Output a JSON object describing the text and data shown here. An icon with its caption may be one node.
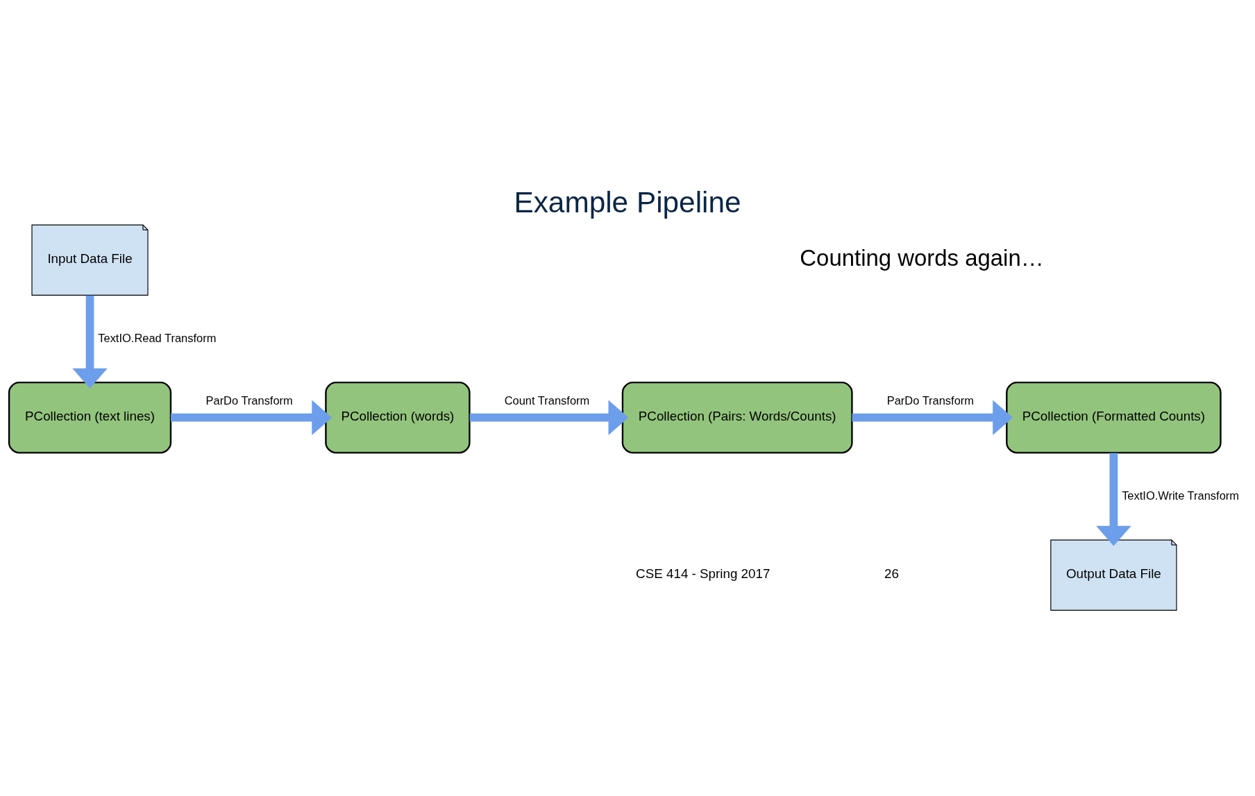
{
  "diagram": {
    "title": "Example Pipeline",
    "nodes": [
      {
        "text": [
          "Input Data File"
        ]
      },
      {
        "text": [
          "PCollection (text lines)"
        ]
      },
      {
        "text": [
          "PCollection (words)"
        ]
      },
      {
        "text": [
          "PCollection (Pairs: Words/Counts)"
        ]
      },
      {
        "text": [
          "PCollection (Formatted Counts)"
        ]
      },
      {
        "text": [
          "Output Data File"
        ]
      }
    ],
    "edges": [
      {
        "from": 0,
        "to": 1,
        "arrow": "to",
        "label": "TextIO.Read Transform"
      },
      {
        "from": 1,
        "to": 2,
        "arrow": "to",
        "label": "ParDo Transform"
      },
      {
        "from": 2,
        "to": 3,
        "arrow": "to",
        "label": "Count Transform"
      },
      {
        "from": 3,
        "to": 4,
        "arrow": "to",
        "label": "ParDo Transform"
      },
      {
        "from": 4,
        "to": 5,
        "arrow": "to",
        "label": "TextIO.Write Transform"
      }
    ],
    "labels": [
      "Counting words again…",
      "CSE 414 - Spring 2017",
      "26"
    ]
  }
}
